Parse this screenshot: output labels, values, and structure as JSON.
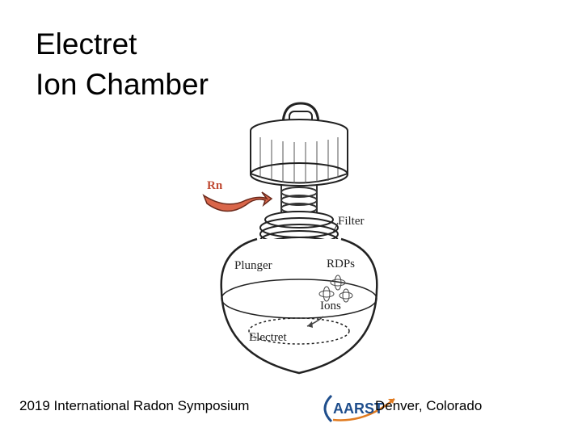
{
  "slide": {
    "title_line1": "Electret",
    "title_line2": "Ion Chamber"
  },
  "diagram": {
    "labels": {
      "rn": "Rn",
      "filter": "Filter",
      "plunger": "Plunger",
      "rdps": "RDPs",
      "ions": "Ions",
      "electret": "Electret"
    }
  },
  "footer": {
    "event": "2019 International Radon Symposium",
    "logo_text": "AARST",
    "location": "Denver, Colorado"
  },
  "colors": {
    "logo_blue": "#1f4e8c",
    "logo_orange": "#e07a1f",
    "rn_arrow": "#d9664a"
  }
}
